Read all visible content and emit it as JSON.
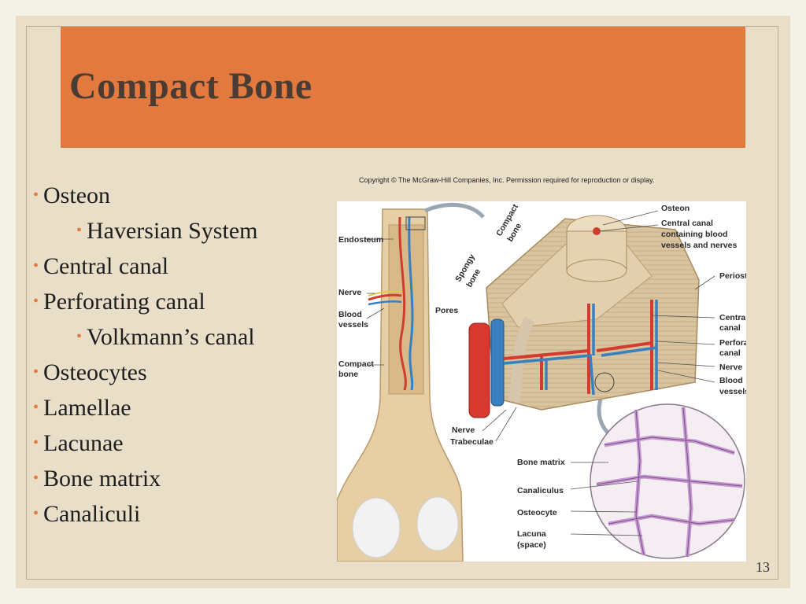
{
  "slide": {
    "title": "Compact Bone",
    "page_number": "13",
    "accent_color": "#e27a3f",
    "bullets": [
      {
        "text": "Osteon",
        "level": 1
      },
      {
        "text": "Haversian System",
        "level": 2
      },
      {
        "text": "Central canal",
        "level": 1
      },
      {
        "text": "Perforating canal",
        "level": 1
      },
      {
        "text": "Volkmann’s canal",
        "level": 2
      },
      {
        "text": "Osteocytes",
        "level": 1
      },
      {
        "text": "Lamellae",
        "level": 1
      },
      {
        "text": "Lacunae",
        "level": 1
      },
      {
        "text": "Bone matrix",
        "level": 1
      },
      {
        "text": "Canaliculi",
        "level": 1
      }
    ]
  },
  "figure": {
    "copyright": "Copyright © The McGraw-Hill Companies, Inc. Permission required for reproduction or display.",
    "labels": {
      "endosteum": "Endosteum",
      "nerve_left": "Nerve",
      "blood_vessels_left_1": "Blood",
      "blood_vessels_left_2": "vessels",
      "compact_bone_left_1": "Compact",
      "compact_bone_left_2": "bone",
      "compact_bone_top_1": "Compact",
      "compact_bone_top_2": "bone",
      "spongy_bone_1": "Spongy",
      "spongy_bone_2": "bone",
      "pores": "Pores",
      "osteon": "Osteon",
      "central_canal_containing_1": "Central canal",
      "central_canal_containing_2": "containing blood",
      "central_canal_containing_3": "vessels and nerves",
      "periosteum": "Periosteum",
      "central_canal_1": "Central",
      "central_canal_2": "canal",
      "perforating_canal_1": "Perforating",
      "perforating_canal_2": "canal",
      "nerve_right": "Nerve",
      "blood_vessels_right_1": "Blood",
      "blood_vessels_right_2": "vessels",
      "nerve_bottom": "Nerve",
      "trabeculae": "Trabeculae",
      "bone_matrix": "Bone matrix",
      "canaliculus": "Canaliculus",
      "osteocyte": "Osteocyte",
      "lacuna_1": "Lacuna",
      "lacuna_2": "(space)"
    }
  }
}
